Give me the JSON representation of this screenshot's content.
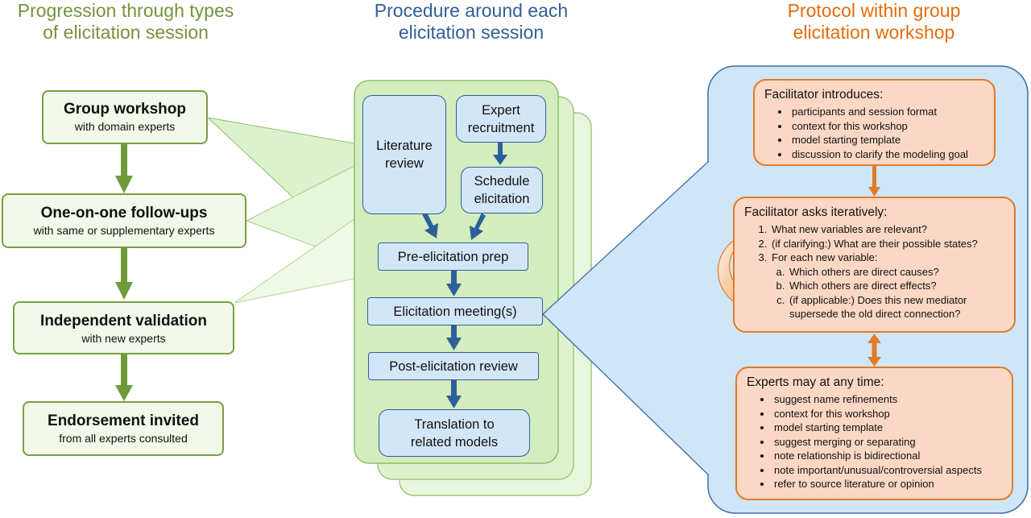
{
  "columns": {
    "left": {
      "title_line1": "Progression through types",
      "title_line2": "of elicitation session"
    },
    "middle": {
      "title_line1": "Procedure around each",
      "title_line2": "elicitation session"
    },
    "right": {
      "title_line1": "Protocol within group",
      "title_line2": "elicitation workshop"
    }
  },
  "progression": [
    {
      "title": "Group workshop",
      "subtitle": "with domain experts"
    },
    {
      "title": "One-on-one follow-ups",
      "subtitle": "with same or supplementary experts"
    },
    {
      "title": "Independent validation",
      "subtitle": "with new experts"
    },
    {
      "title": "Endorsement invited",
      "subtitle": "from all experts consulted"
    }
  ],
  "procedure": {
    "literature_review": "Literature review",
    "expert_recruitment": "Expert recruitment",
    "schedule_elicitation": "Schedule elicitation",
    "pre_elicitation_prep": "Pre-elicitation prep",
    "elicitation_meetings": "Elicitation meeting(s)",
    "post_elicitation_review": "Post-elicitation review",
    "translation": "Translation to related models"
  },
  "protocol": {
    "introduces": {
      "heading": "Facilitator introduces:",
      "items": [
        "participants and session format",
        "context for this workshop",
        "model starting template",
        "discussion to clarify the modeling goal"
      ]
    },
    "asks": {
      "heading": "Facilitator asks iteratively:",
      "items": [
        "What new variables are relevant?",
        "(if clarifying:) What are their possible states?",
        "For each new variable:"
      ],
      "subitems": [
        "Which others are direct causes?",
        "Which others are direct effects?",
        "(if applicable:) Does this new mediator supersede the old direct connection?"
      ]
    },
    "experts": {
      "heading": "Experts may at any time:",
      "items": [
        "suggest name refinements",
        "context for this workshop",
        "model starting template",
        "suggest merging or separating",
        "note relationship is bidirectional",
        "note important/unusual/controversial aspects",
        "refer to source literature or opinion"
      ]
    }
  },
  "colors": {
    "green_text": "#77923c",
    "blue_text": "#2f5f98",
    "orange_text": "#e36c0a",
    "green_arrow": "#6e9b3a",
    "blue_arrow": "#2f5f98",
    "orange_arrow": "#e07b28"
  }
}
